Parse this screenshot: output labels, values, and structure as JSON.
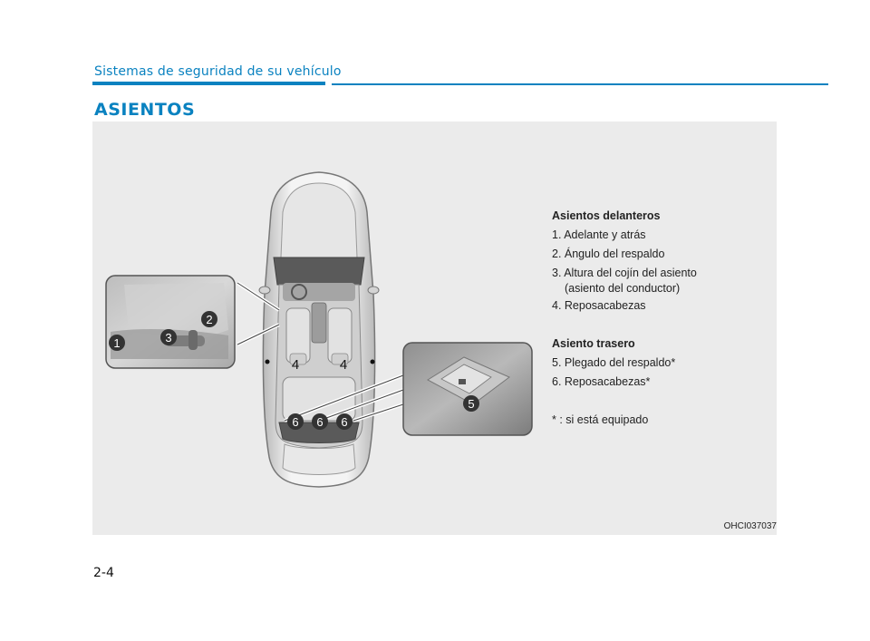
{
  "header": {
    "section_title": "Sistemas de seguridad de su vehículo"
  },
  "page": {
    "title": "ASIENTOS",
    "number": "2-4"
  },
  "figure": {
    "code": "OHCI037037",
    "callouts": {
      "c1": "1",
      "c2": "2",
      "c3": "3",
      "c4a": "4",
      "c4b": "4",
      "c5": "5",
      "c6a": "6",
      "c6b": "6",
      "c6c": "6"
    },
    "legend": {
      "front_heading": "Asientos delanteros",
      "front_items": [
        "1. Adelante y atrás",
        "2. Ángulo del respaldo",
        "3. Altura del cojín del asiento"
      ],
      "front_item3_cont": "(asiento del conductor)",
      "front_item4": "4. Reposacabezas",
      "rear_heading": "Asiento trasero",
      "rear_items": [
        "5. Plegado del respaldo*",
        "6. Reposacabezas*"
      ],
      "note": "* : si está equipado"
    }
  }
}
